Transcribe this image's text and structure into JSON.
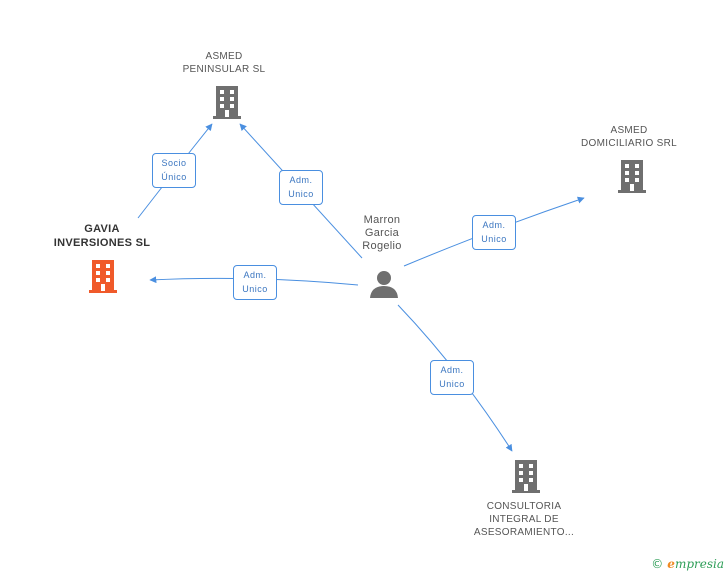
{
  "nodes": {
    "asmed_peninsular": {
      "line1": "ASMED",
      "line2": "PENINSULAR SL",
      "icon": "building-icon"
    },
    "asmed_domiciliario": {
      "line1": "ASMED",
      "line2": "DOMICILIARIO SRL",
      "icon": "building-icon"
    },
    "gavia": {
      "line1": "GAVIA",
      "line2": "INVERSIONES SL",
      "icon": "building-icon",
      "color": "#f05a2a"
    },
    "person": {
      "line1": "Marron",
      "line2": "Garcia",
      "line3": "Rogelio",
      "icon": "person-icon"
    },
    "consultoria": {
      "line1": "CONSULTORIA",
      "line2": "INTEGRAL DE",
      "line3": "ASESORAMIENTO..."
    }
  },
  "edges": {
    "socio_unico": {
      "line1": "Socio",
      "line2": "Único"
    },
    "adm_peninsular": {
      "line1": "Adm.",
      "line2": "Unico"
    },
    "adm_domiciliario": {
      "line1": "Adm.",
      "line2": "Unico"
    },
    "adm_gavia": {
      "line1": "Adm.",
      "line2": "Unico"
    },
    "adm_consultoria": {
      "line1": "Adm.",
      "line2": "Unico"
    }
  },
  "colors": {
    "edge": "#4a8fe0",
    "building": "#6f6f6f",
    "focus_building": "#f05a2a",
    "person": "#6f6f6f"
  },
  "brand": {
    "copyright": "©",
    "initial": "e",
    "rest": "mpresia"
  }
}
